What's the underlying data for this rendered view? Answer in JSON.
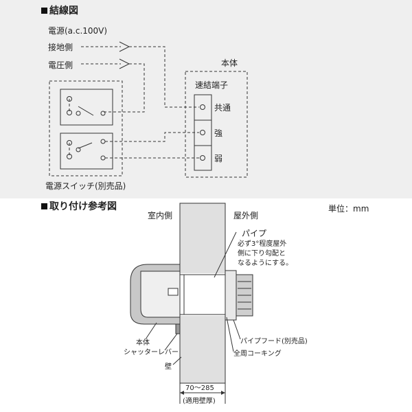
{
  "wiring": {
    "title": "結線図",
    "power": "電源(a.c.100V)",
    "ground_side": "接地側",
    "voltage_side": "電圧側",
    "unit_body": "本体",
    "quick_terminal": "速結端子",
    "common": "共通",
    "strong": "強",
    "weak": "弱",
    "switch_label": "電源スイッチ(別売品)"
  },
  "install": {
    "title": "取り付け参考図",
    "unit_note": "単位：mm",
    "indoor": "室内側",
    "outdoor": "屋外側",
    "pipe_label": "パイプ",
    "pipe_note": [
      "必ず3°程度屋外",
      "側に下り勾配と",
      "なるようにする。"
    ],
    "body": "本体",
    "shutter_lever": "シャッターレバー",
    "wall": "壁",
    "pipe_hood": "パイプフード(別売品)",
    "caulking": "全周コーキング",
    "dimension": "70～285",
    "dimension_note": "(適用壁厚)"
  },
  "colors": {
    "top_background": "#efefef",
    "bottom_background": "#ffffff",
    "fill_gray": "#c8c8c8",
    "wall_gray": "#e0e0e0"
  }
}
